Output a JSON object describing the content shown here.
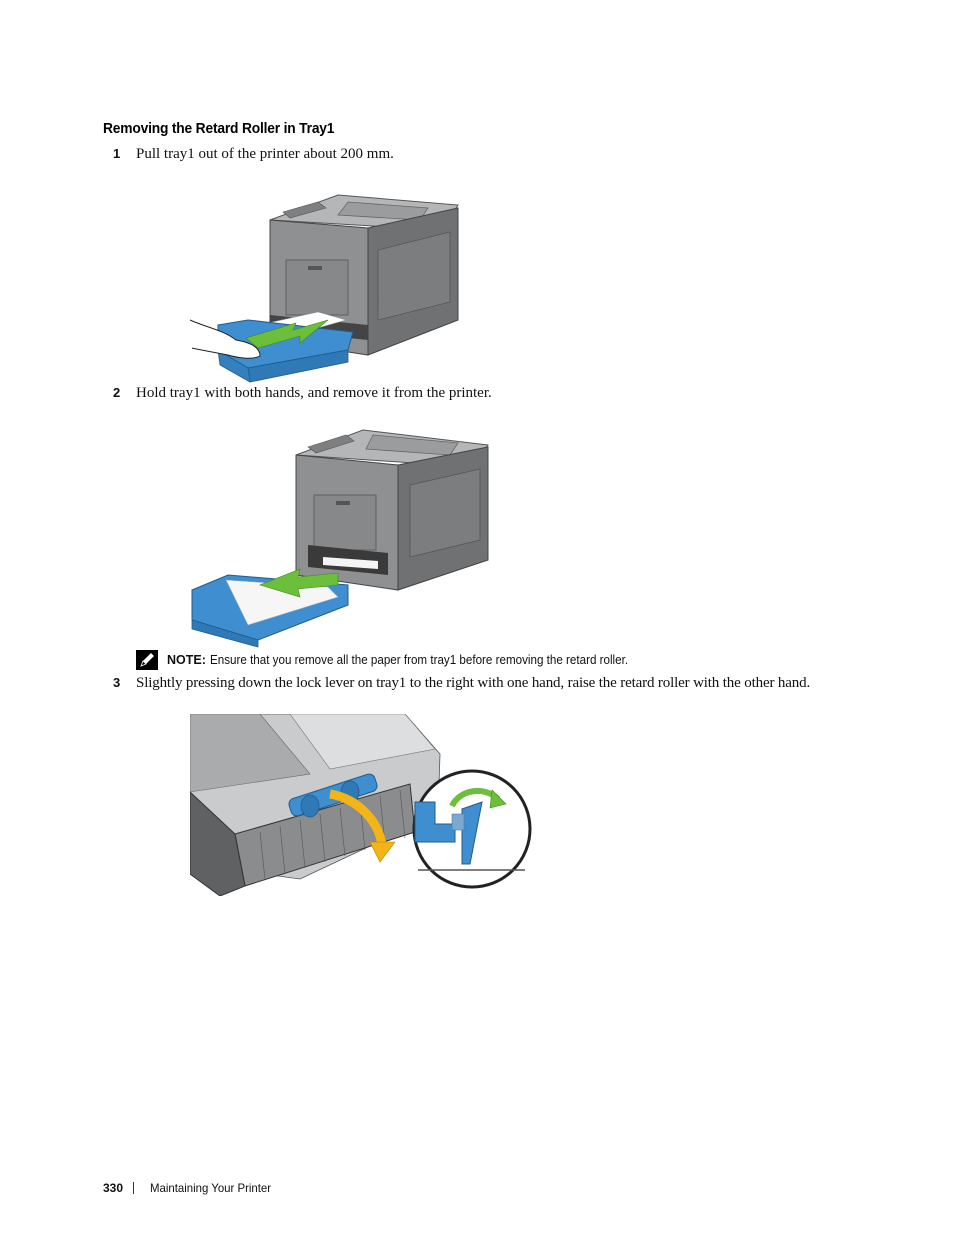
{
  "section": {
    "title": "Removing the Retard Roller in Tray1"
  },
  "steps": [
    {
      "number": "1",
      "text": "Pull tray1 out of the printer about 200 mm."
    },
    {
      "number": "2",
      "text": "Hold tray1 with both hands, and remove it from the printer."
    },
    {
      "number": "3",
      "text": "Slightly pressing down the lock lever on tray1 to the right with one hand, raise the retard roller with the other hand."
    }
  ],
  "note": {
    "label": "NOTE:",
    "text": "Ensure that you remove all the paper from tray1 before removing the retard roller.",
    "icon": "pencil-icon"
  },
  "figures": [
    {
      "name": "printer-tray-pulled-out",
      "icon": "printer-illustration"
    },
    {
      "name": "printer-tray-removed",
      "icon": "printer-illustration"
    },
    {
      "name": "retard-roller-raise",
      "icon": "tray-roller-illustration"
    }
  ],
  "colors": {
    "printer_gray": "#8a8c8e",
    "tray_blue": "#3f8fd0",
    "arrow_green": "#6cbf3a",
    "arrow_yellow": "#f2b417"
  },
  "footer": {
    "page_number": "330",
    "section": "Maintaining Your Printer"
  }
}
